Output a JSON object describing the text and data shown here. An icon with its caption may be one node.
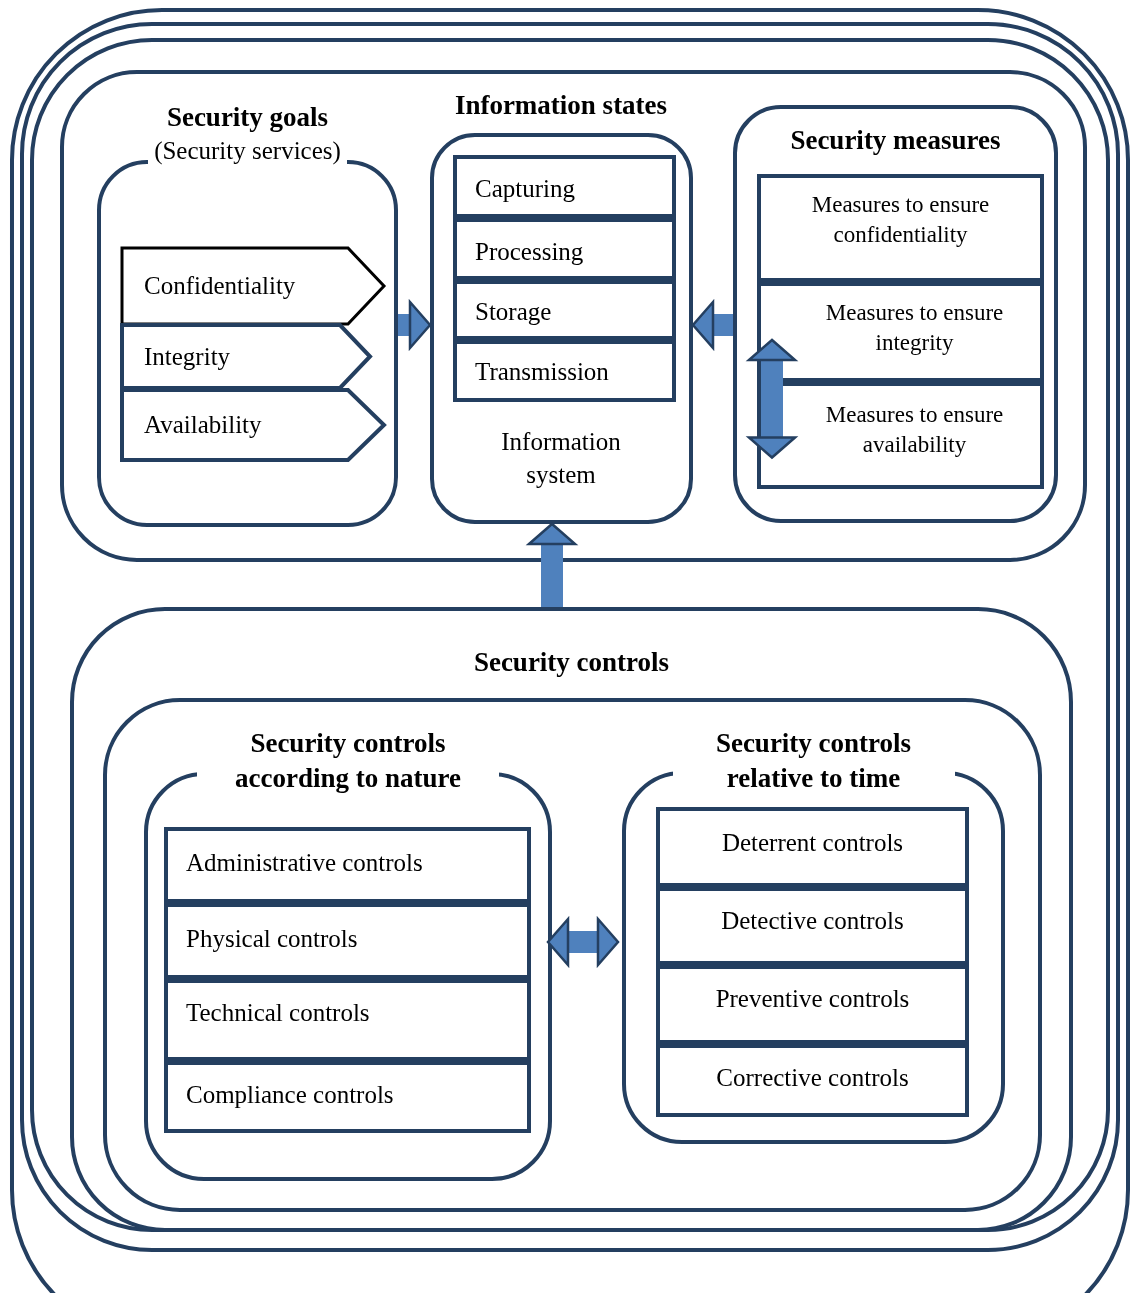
{
  "diagram": {
    "nodes": [
      {
        "text": [
          "Security goals",
          "(Security services)"
        ]
      },
      {
        "text": [
          "Confidentiality"
        ],
        "in": 0
      },
      {
        "text": [
          "Integrity"
        ],
        "in": 0
      },
      {
        "text": [
          "Availability"
        ],
        "in": 0
      },
      {
        "text": [
          "Information states",
          "Information system"
        ]
      },
      {
        "text": [
          "Capturing"
        ],
        "in": 4
      },
      {
        "text": [
          "Processing"
        ],
        "in": 4
      },
      {
        "text": [
          "Storage"
        ],
        "in": 4
      },
      {
        "text": [
          "Transmission"
        ],
        "in": 4
      },
      {
        "text": [
          "Security measures"
        ]
      },
      {
        "text": [
          "Measures to ensure confidentiality"
        ],
        "in": 9
      },
      {
        "text": [
          "Measures to ensure integrity"
        ],
        "in": 9
      },
      {
        "text": [
          "Measures to ensure availability"
        ],
        "in": 9
      },
      {
        "text": [
          "Security controls"
        ]
      },
      {
        "text": [
          "Security controls according to nature"
        ],
        "in": 13
      },
      {
        "text": [
          "Administrative controls"
        ],
        "in": 14
      },
      {
        "text": [
          "Physical controls"
        ],
        "in": 14
      },
      {
        "text": [
          "Technical controls"
        ],
        "in": 14
      },
      {
        "text": [
          "Compliance controls"
        ],
        "in": 14
      },
      {
        "text": [
          "Security controls relative to time"
        ],
        "in": 13
      },
      {
        "text": [
          "Deterrent controls"
        ],
        "in": 19
      },
      {
        "text": [
          "Detective controls"
        ],
        "in": 19
      },
      {
        "text": [
          "Preventive controls"
        ],
        "in": 19
      },
      {
        "text": [
          "Corrective controls"
        ],
        "in": 19
      }
    ],
    "edges": [
      {
        "from": 0,
        "to": 4,
        "arrow": "to"
      },
      {
        "from": 9,
        "to": 4,
        "arrow": "to"
      },
      {
        "from": 11,
        "to": 12,
        "arrow": "both"
      },
      {
        "from": 13,
        "to": 4,
        "arrow": "to"
      },
      {
        "from": 14,
        "to": 19,
        "arrow": "both"
      }
    ]
  }
}
